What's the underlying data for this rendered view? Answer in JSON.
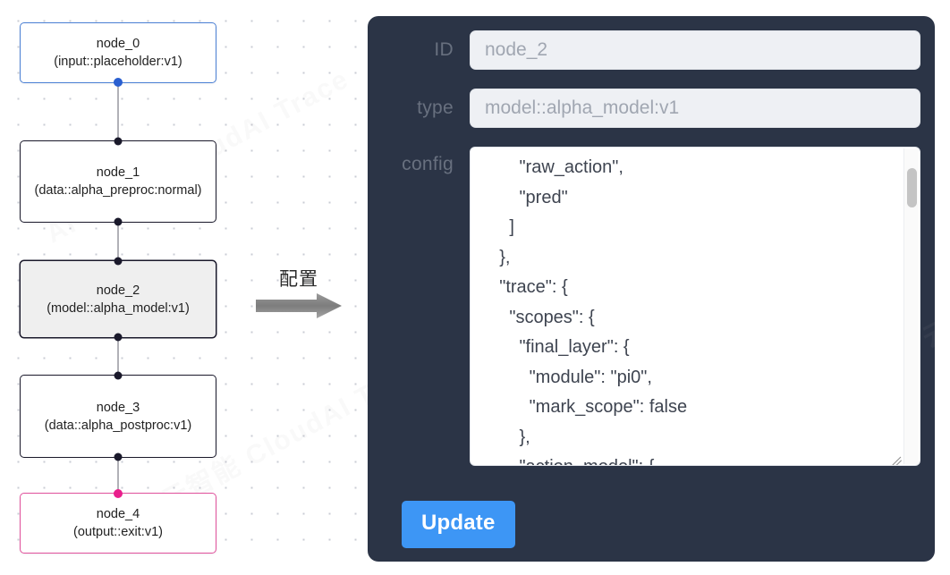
{
  "graph": {
    "nodes": [
      {
        "id": "node_0",
        "title": "node_0",
        "subtitle": "(input::placeholder:v1)",
        "kind": "input",
        "selected": false
      },
      {
        "id": "node_1",
        "title": "node_1",
        "subtitle": "(data::alpha_preproc:normal)",
        "kind": "default",
        "selected": false
      },
      {
        "id": "node_2",
        "title": "node_2",
        "subtitle": "(model::alpha_model:v1)",
        "kind": "default",
        "selected": true
      },
      {
        "id": "node_3",
        "title": "node_3",
        "subtitle": "(data::alpha_postproc:v1)",
        "kind": "default",
        "selected": false
      },
      {
        "id": "node_4",
        "title": "node_4",
        "subtitle": "(output::exit:v1)",
        "kind": "output",
        "selected": false
      }
    ]
  },
  "arrow": {
    "label": "配置",
    "icon": "arrow-right-icon",
    "color": "#8a8a8a"
  },
  "panel": {
    "accent_color": "#3d96f5",
    "background_color": "#2b3446",
    "fields": {
      "id": {
        "label": "ID",
        "value": "node_2"
      },
      "type": {
        "label": "type",
        "value": "model::alpha_model:v1"
      },
      "config": {
        "label": "config",
        "value": "        \"raw_action\",\n        \"pred\"\n      ]\n    },\n    \"trace\": {\n      \"scopes\": {\n        \"final_layer\": {\n          \"module\": \"pi0\",\n          \"mark_scope\": false\n        },\n        \"action_model\": {"
      }
    },
    "update_button": {
      "label": "Update"
    }
  },
  "watermarks": {
    "text": "AI 云智能 CloudAI Trace"
  }
}
